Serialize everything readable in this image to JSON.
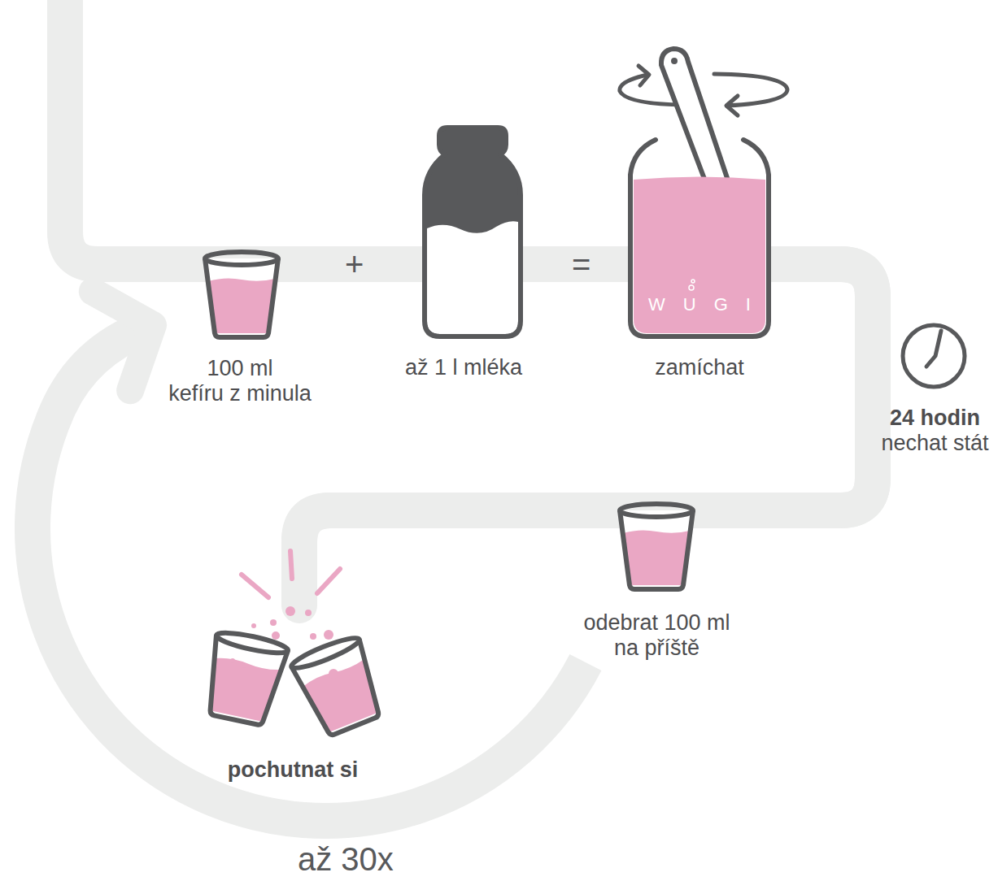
{
  "diagram": {
    "nodes": [
      {
        "text": [
          "100 ml kefíru z minula"
        ]
      },
      {
        "text": [
          "až 1 l mléka"
        ]
      },
      {
        "text": [
          "zamíchat"
        ]
      },
      {
        "text": [
          "24 hodin",
          "nechat stát"
        ]
      },
      {
        "text": [
          "odebrat 100 ml na příště"
        ]
      },
      {
        "text": [
          "pochutnat si"
        ]
      }
    ],
    "edges": [
      {
        "from": 0,
        "to": 1,
        "arrow": "none",
        "label": "+"
      },
      {
        "from": 1,
        "to": 2,
        "arrow": "none",
        "label": "="
      },
      {
        "from": 2,
        "to": 3,
        "arrow": "none"
      },
      {
        "from": 3,
        "to": 4,
        "arrow": "none"
      },
      {
        "from": 4,
        "to": 5,
        "arrow": "none"
      },
      {
        "from": 4,
        "to": 0,
        "arrow": "to",
        "label": "až 30x"
      }
    ],
    "labels": [
      "WUGI"
    ]
  }
}
